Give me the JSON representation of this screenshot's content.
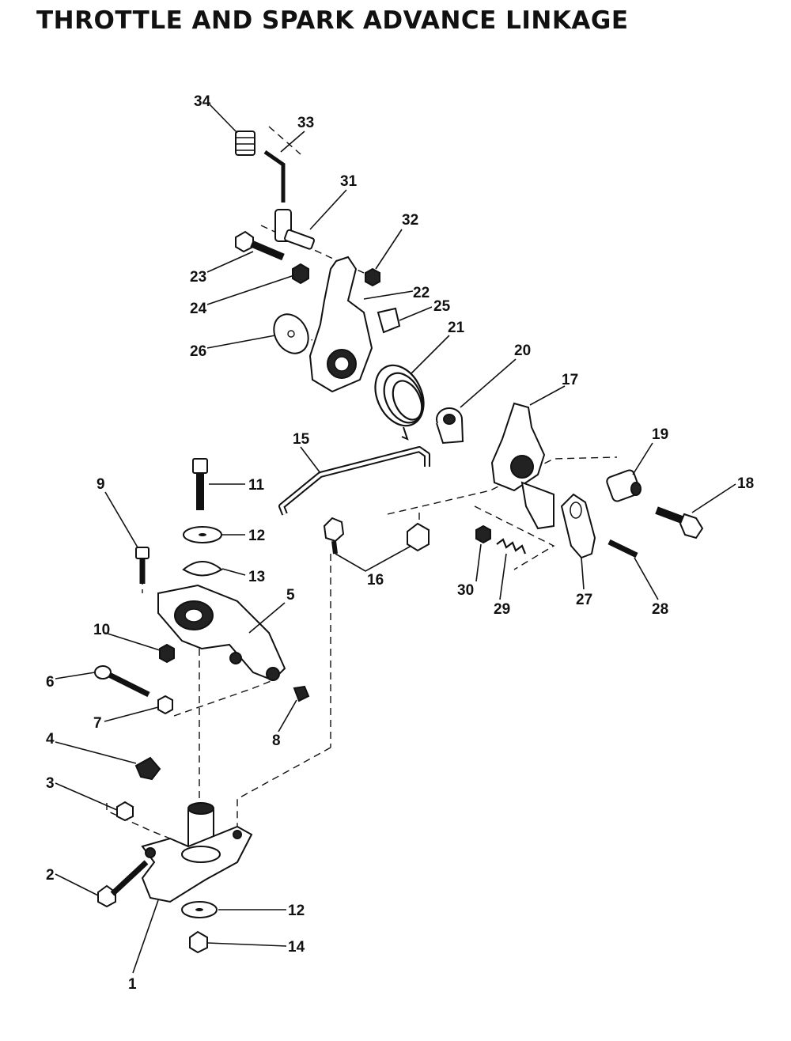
{
  "title": "THROTTLE AND SPARK ADVANCE LINKAGE",
  "callouts": [
    "1",
    "2",
    "3",
    "4",
    "5",
    "6",
    "7",
    "8",
    "9",
    "10",
    "11",
    "12",
    "12",
    "13",
    "14",
    "15",
    "16",
    "17",
    "18",
    "19",
    "20",
    "21",
    "22",
    "23",
    "24",
    "25",
    "26",
    "27",
    "28",
    "29",
    "30",
    "31",
    "32",
    "33",
    "34"
  ]
}
